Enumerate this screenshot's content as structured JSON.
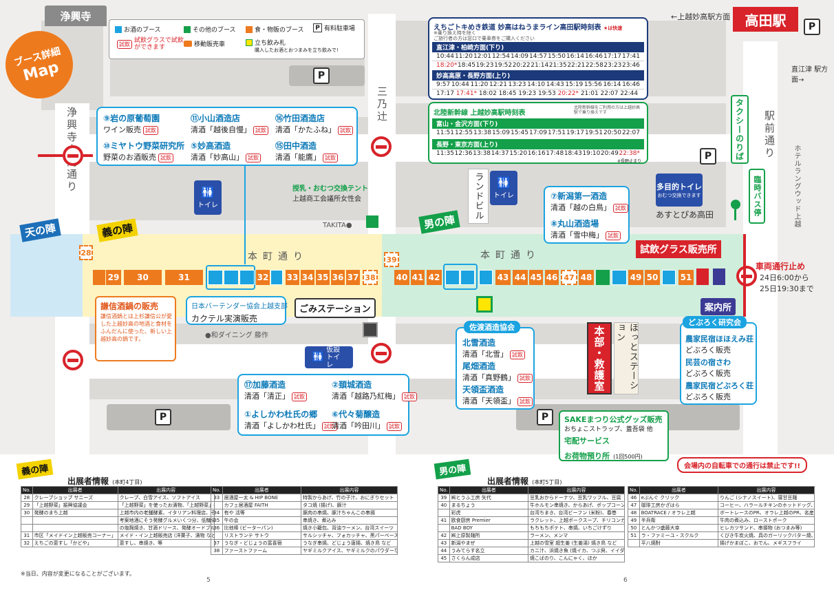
{
  "header": {
    "temple_label": "浄興寺",
    "map_badge_line1": "ブース詳細",
    "map_badge_line2": "Map",
    "station_label": "高田駅",
    "direction_joetsu_myoko": "←上越妙高駅方面",
    "direction_naoetsu": "直江津 駅方面→"
  },
  "legend": {
    "sake_booth": "お酒のブース",
    "other_booth": "その他のブース",
    "food_booth": "食・物販のブース",
    "parking": "有料駐車場",
    "tasting_badge": "試飲",
    "tasting_desc": "試飲グラスで試飲ができます",
    "mobile_shop": "移動販売車",
    "standing_drink": "立ち飲み札",
    "standing_drink_desc": "購入したお酒とおつまみを立ち飲みで!",
    "colors": {
      "sake": "#1aa3e0",
      "other": "#14a04a",
      "food": "#ee7a1e",
      "accent_red": "#d8232a"
    }
  },
  "streets": {
    "jokoji_daimon": "浄興寺大門通り",
    "sannotsuji": "三乃辻",
    "honcho_left": "本町通り",
    "honcho_right": "本町通り",
    "ekimae": "駅前通り",
    "hotel": "ホテルラングウッド上越"
  },
  "sections": {
    "ten": "天の陣",
    "gi": "義の陣",
    "otoko": "男の陣"
  },
  "timetable_echigo": {
    "title": "えちごトキめき鉄道 妙高はねうまライン高田駅時刻表",
    "note_express": "★は快速",
    "note_line1": "※乗り換え時を除く",
    "note_line2": "ご旅行者の方は窓口で乗車券をご購入ください",
    "down_label": "直江津・柏崎方面(下り)",
    "down_row1": [
      "10:44",
      "11:20",
      "12:01",
      "12:54",
      "14:09",
      "14:57",
      "15:50",
      "16:14",
      "16:46",
      "17:17",
      "17:41"
    ],
    "down_row2": [
      "18:20*",
      "18:45",
      "19:23",
      "19:52",
      "20:22",
      "21:14",
      "21:35",
      "22:21",
      "22:58",
      "23:23",
      "23:46"
    ],
    "up_label": "妙高高原・長野方面(上り)",
    "up_row1": [
      "9:57",
      "10:44",
      "11:20",
      "12:21",
      "13:23",
      "14:10",
      "14:43",
      "15:19",
      "15:56",
      "16:14",
      "16:46"
    ],
    "up_row2": [
      "17:17",
      "17:41*",
      "18:02",
      "18:45",
      "19:23",
      "19:53",
      "20:22*",
      "21:01",
      "22:07",
      "22:44",
      ""
    ]
  },
  "timetable_shinkansen": {
    "title": "北陸新幹線 上越妙高駅時刻表",
    "note": "北陸新幹線をご利用の方は上越妙高駅で乗り換えです",
    "down_label": "富山・金沢方面(下り)",
    "down_row": [
      "11:51",
      "12:55",
      "13:38",
      "15:09",
      "15:45",
      "17:09",
      "17:51",
      "19:17",
      "19:51",
      "20:50",
      "22:07"
    ],
    "up_label": "長野・東京方面(上り)",
    "up_row": [
      "11:35",
      "12:36",
      "13:38",
      "14:37",
      "15:20",
      "16:16",
      "17:48",
      "18:43",
      "19:10",
      "20:49",
      "22:38*"
    ],
    "up_note": "※長野止まり"
  },
  "landmarks": {
    "randbill": "ランドビル",
    "toilet": "トイレ",
    "toilet_temp": "仮設トイレ",
    "multi_toilet": "多目的トイレ",
    "multi_toilet_note": "おむつ交換できます",
    "asutobia": "あすとぴあ高田",
    "taxi": "タクシーのりば",
    "rinji_bus": "臨時バス停",
    "takita": "TAKITA●",
    "wa_dining": "●和ダイニング 藤作",
    "gomi": "ごみステーション",
    "hotto_station": "ほっとステーション",
    "honbu": "本部・救護室",
    "annai": "案内所",
    "tasting_glass": "試飲グラス販売所",
    "traffic_stop": "車両通行止め",
    "traffic_time1": "24日6:00から",
    "traffic_time2": "25日19:30まで",
    "nursing": "授乳・おむつ交換テント",
    "nursing_org": "上越商工会議所女性会"
  },
  "callouts": {
    "top_left": [
      {
        "title": "⑨岩の原葡萄園",
        "sub": "ワイン販売"
      },
      {
        "title": "⑪小山酒造店",
        "sub": "清酒「越後自慢」"
      },
      {
        "title": "⑯竹田酒造店",
        "sub": "清酒「かたふね」"
      },
      {
        "title": "⑩ミヤトウ野菜研究所",
        "sub": "野菜のお酒販売"
      },
      {
        "title": "⑤妙高酒造",
        "sub": "清酒「妙高山」"
      },
      {
        "title": "⑮田中酒造",
        "sub": "清酒「能鷹」"
      }
    ],
    "right_top": [
      {
        "title": "⑦新潟第一酒造",
        "sub": "清酒「越の白鳥」"
      },
      {
        "title": "⑧丸山酒造場",
        "sub": "清酒「雪中梅」"
      }
    ],
    "bartender_title": "日本バーテンダー協会上越支部",
    "bartender_sub": "カクテル実演販売",
    "kenshin_title": "謙信酒鍋の販売",
    "kenshin_desc": "謙信酒鍋とは上杉謙信公が愛した上越妙高の地酒と食材をふんだんに使った、新しい上越妙高の鍋です。",
    "sado_title": "佐渡酒造協会",
    "sado": [
      {
        "title": "北雪酒造",
        "sub": "清酒「北雪」"
      },
      {
        "title": "尾畑酒造",
        "sub": "清酒「真野鶴」"
      },
      {
        "title": "天領盃酒造",
        "sub": "清酒「天領盃」"
      }
    ],
    "bottom": [
      {
        "title": "⑰加藤酒造",
        "sub": "清酒「清正」"
      },
      {
        "title": "②頚城酒造",
        "sub": "清酒「越路乃紅梅」"
      },
      {
        "title": "①よしかわ杜氏の郷",
        "sub": "清酒「よしかわ杜氏」"
      },
      {
        "title": "⑥代々菊醸造",
        "sub": "清酒「吟田川」"
      }
    ],
    "doburoku_title": "どぶろく研究会",
    "doburoku": [
      {
        "title": "農家民宿ほほえみ荘",
        "sub": "どぶろく販売"
      },
      {
        "title": "民芸の宿さわ",
        "sub": "どぶろく販売"
      },
      {
        "title": "農家民宿どぶろく荘",
        "sub": "どぶろく販売"
      }
    ],
    "goods_title": "SAKEまつり公式グッズ販売",
    "goods_sub": "おちょこストラップ、蓋吾袋 他",
    "takuhai": "宅配サービス",
    "azukari": "お荷物預り所",
    "azukari_price": "(1回500円)",
    "bicycle_warning": "会場内の自転車での通行は禁止です!!"
  },
  "booths_left": [
    "28",
    "29",
    "30",
    "31",
    "32",
    "33",
    "34",
    "35",
    "36",
    "37",
    "38"
  ],
  "booths_right": [
    "39",
    "40",
    "41",
    "42",
    "43",
    "44",
    "45",
    "46",
    "47",
    "48",
    "49",
    "50",
    "51"
  ],
  "exhibitors_left": {
    "section": "義の陣",
    "title": "出展者情報",
    "subtitle": "(本町4丁目)",
    "headers": [
      "No.",
      "出展者",
      "出展内容"
    ],
    "rows_a": [
      [
        "28",
        "クレープショップ サニーズ",
        "クレープ、白雪アイス、ソフトアイス"
      ],
      [
        "29",
        "「上越野菜」振興協議会",
        "「上越野菜」を使ったお漬物、「上越野菜」の漬物"
      ],
      [
        "30",
        "発酵のまち上越",
        "上越市内の老舗酵素、イタリアン料理店、そして高校生が"
      ],
      [
        "",
        "",
        "考案地酒にそう発酵グルメいくつ分、低糖化酒鍋、イカ"
      ],
      [
        "",
        "",
        "の塩麹焼き、甘酒ドリース、発酵オードブル など"
      ],
      [
        "31",
        "市区「メイドイン上越販売コーナー」",
        "メイド・イン上越販売店 (洋菓子、漬物 など)"
      ],
      [
        "32",
        "えちごの恵すし「かどや」",
        "恵すし、串焼き、等"
      ]
    ],
    "rows_b": [
      [
        "33",
        "居酒屋一太 & HIP BONE",
        "特製からあげ、竹の子汁、おにぎりセット"
      ],
      [
        "",
        "カフェ居酒屋 FAITH",
        "タコ焼 (揚げ)、豚汁"
      ],
      [
        "34",
        "有や 活等",
        "豚肉の串焼、豚汁ちゃんこの串揚"
      ],
      [
        "35",
        "午の会",
        "串焼き、煮込み"
      ],
      [
        "36",
        "比他棒 (ビーターパン)",
        "焼き小籠包、背油ラーメン、台湾スイーツ"
      ],
      [
        "",
        "リストランテ サトウ",
        "サルシッチャ、フォカッチャ、黒パーベーストのブルスケッタ"
      ],
      [
        "37",
        "うなぎ・どじょうの富喜宿",
        "うなぎ串焼、どじょう唐揚、焼き鳥 など"
      ],
      [
        "38",
        "ファーストファーム",
        "ヤギミルクアイス、ヤギミルクのパウダーなど"
      ]
    ]
  },
  "exhibitors_right": {
    "section": "男の陣",
    "title": "出展者情報",
    "subtitle": "(本町5丁目)",
    "headers": [
      "No.",
      "出展者",
      "出展内容"
    ],
    "rows_a": [
      [
        "39",
        "㈱とうふ工房 矢代",
        "豆乳おからドーナツ、豆乳ワッフル、豆腐"
      ],
      [
        "40",
        "まるちょう",
        "牛ホルモン串焼き、からあげ、ポップコーン"
      ],
      [
        "",
        "彩虎",
        "台湾ちまき、台湾ビーフン (米粉)、春巻"
      ],
      [
        "41",
        "欧食厨房 Premier",
        "ラクレット、上越ポークスープ、チリコンカン"
      ],
      [
        "",
        "BAD BOY",
        "もちもちポテト、串焼、いちごけずり"
      ],
      [
        "42",
        "㈱上原製麺所",
        "ラーメン、メンマ"
      ],
      [
        "43",
        "新潟やまぜ",
        "上越の雪室 超生姜 (生姜湯) 焼き鳥 など"
      ],
      [
        "44",
        "うみてらす名立",
        "カニ汁、浜焼き魚 (焼イカ、つぶ貝、イイダコ)"
      ],
      [
        "45",
        "さくらん成店",
        "焼こばのり、こんにゃく、ほか"
      ]
    ],
    "rows_b": [
      [
        "46",
        "eぶんぐ クリック",
        "りんご (シナノスイート)、寝甘豆麺"
      ],
      [
        "47",
        "珈琲工房かざはら",
        "コーヒー、ハラールチキンのホットドッグ、アフォガード"
      ],
      [
        "48",
        "BOATRACE / オラレ上越",
        "ボートレースのPR、オラレ上越のPR、名産品の販売"
      ],
      [
        "49",
        "半兵衛",
        "牛肉の煮込み、ローストポーク"
      ],
      [
        "50",
        "とんかつ盛藤大幸",
        "ヒレカツサンド、串揚物 (おつまみ等)"
      ],
      [
        "51",
        "ラ・ファミーユ・スクルク",
        "くびき牛炭火焼、具のガーリックバター焼、スイーツ"
      ],
      [
        "",
        "平八焼酎",
        "揚げかまぼこ、おでん、メギスフライ"
      ]
    ]
  },
  "footer": {
    "note": "※当日、内容が変更になることがございます。",
    "page_left": "5",
    "page_right": "6"
  }
}
